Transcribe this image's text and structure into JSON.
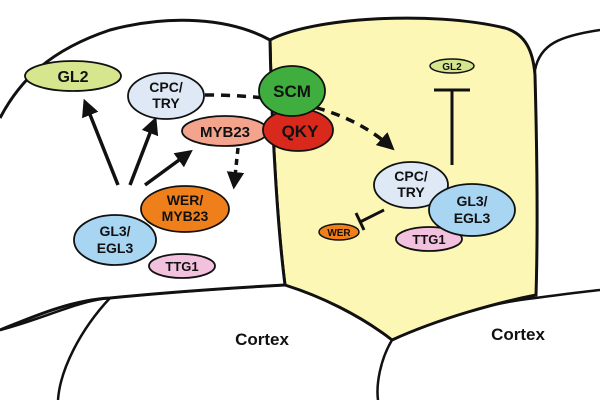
{
  "labels": {
    "gl2_left": "GL2",
    "cpc_try_left_1": "CPC/",
    "cpc_try_left_2": "TRY",
    "myb23": "MYB23",
    "wer_myb23_1": "WER/",
    "wer_myb23_2": "MYB23",
    "gl3_egl3_left_1": "GL3/",
    "gl3_egl3_left_2": "EGL3",
    "ttg1_left": "TTG1",
    "scm": "SCM",
    "qky": "QKY",
    "gl2_right": "GL2",
    "cpc_try_right_1": "CPC/",
    "cpc_try_right_2": "TRY",
    "gl3_egl3_right_1": "GL3/",
    "gl3_egl3_right_2": "EGL3",
    "wer_right": "WER",
    "ttg1_right": "TTG1",
    "cortex_left": "Cortex",
    "cortex_right": "Cortex"
  },
  "colors": {
    "gl2": "#d6e68f",
    "cpc_try": "#dfe9f5",
    "myb23": "#f4a48c",
    "wer_myb23": "#ef7f1a",
    "gl3_egl3": "#a8d5f2",
    "ttg1": "#f2c1dd",
    "scm": "#3fae3f",
    "qky": "#d9291c",
    "right_cell_fill": "#fdf7b6",
    "outline": "#111111"
  }
}
